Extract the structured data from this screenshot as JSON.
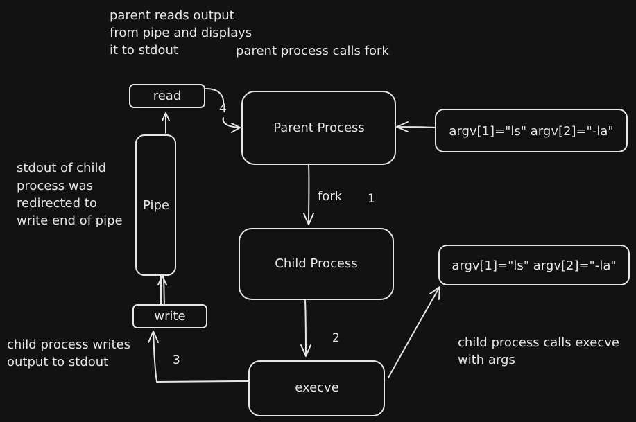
{
  "nodes": {
    "parent_process": "Parent Process",
    "child_process": "Child Process",
    "execve": "execve",
    "pipe": "Pipe",
    "read": "read",
    "write": "write",
    "args_top": "argv[1]=\"ls\" argv[2]=\"-la\"",
    "args_right": "argv[1]=\"ls\" argv[2]=\"-la\""
  },
  "edges": {
    "fork_label": "fork"
  },
  "steps": {
    "one": "1",
    "two": "2",
    "three": "3",
    "four": "4"
  },
  "notes": {
    "parent_reads": [
      "parent reads output",
      "from pipe and displays",
      "it to stdout"
    ],
    "parent_calls_fork": "parent process calls fork",
    "stdout_redirected": [
      "stdout of child",
      "process was",
      "redirected to",
      "write end of pipe"
    ],
    "child_writes": [
      "child process writes",
      "output to stdout"
    ],
    "child_calls_execve": [
      "child process calls execve",
      "with args"
    ]
  },
  "colors": {
    "background": "#121212",
    "stroke": "#e6e6e6"
  }
}
